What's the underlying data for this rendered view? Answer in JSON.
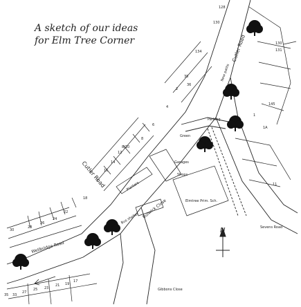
{
  "caption": {
    "line1": "A sketch of our ideas",
    "line2": "for Elm Tree Corner"
  },
  "roads": {
    "upper": "Cutler Road",
    "mid": "Cutler Road",
    "lower": "Bulwick Close",
    "low_left": "Wellbridge Road",
    "right": "Sevens Road",
    "bottom": "Gibbons Close"
  },
  "buildings": {
    "bus_shelter": "Bus shelter",
    "school": "Elmtree Prim. Sch.",
    "green": "Green",
    "garages": "Garages",
    "shops": "Shops",
    "new_paths": "New paths",
    "planters": "Planters",
    "parking": "Parking"
  },
  "house_numbers": [
    "128",
    "130",
    "134",
    "38",
    "36",
    "2",
    "4",
    "6",
    "8",
    "8/10",
    "12",
    "14",
    "16",
    "18",
    "22",
    "24",
    "26",
    "28",
    "30",
    "130",
    "131",
    "145",
    "1",
    "1A",
    "11",
    "17",
    "19",
    "21",
    "23",
    "25",
    "27",
    "33",
    "35"
  ],
  "compass": {
    "label": "N"
  },
  "colors": {
    "ink": "#222222",
    "tree": "#111111"
  }
}
